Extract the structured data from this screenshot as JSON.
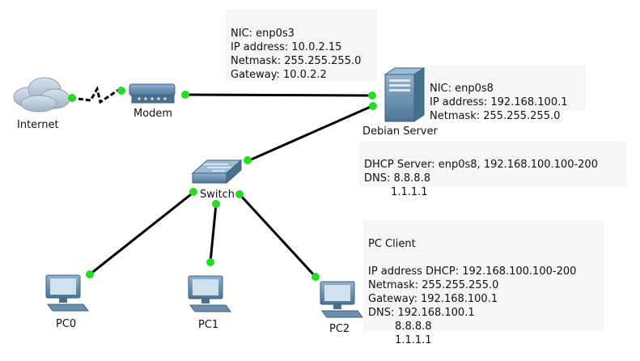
{
  "colors": {
    "link": "#000000",
    "port": "#22dd22",
    "cloud": "#b9c8d8",
    "device": "#5f86a8"
  },
  "devices": {
    "internet": "Internet",
    "modem": "Modem",
    "server": "Debian Server",
    "switch": "Switch",
    "pc0": "PC0",
    "pc1": "PC1",
    "pc2": "PC2"
  },
  "modem_nic": {
    "line1": "NIC: enp0s3",
    "line2": "IP address: 10.0.2.15",
    "line3": "Netmask: 255.255.255.0",
    "line4": "Gateway: 10.0.2.2"
  },
  "server_nic": {
    "line1": "NIC: enp0s8",
    "line2": "IP address: 192.168.100.1",
    "line3": "Netmask: 255.255.255.0"
  },
  "server_services": {
    "line1": "DHCP Server: enp0s8, 192.168.100.100-200",
    "line2": "DNS: 8.8.8.8",
    "line3": "        1.1.1.1"
  },
  "pc_client": {
    "title": "PC Client",
    "line1": "IP address DHCP: 192.168.100.100-200",
    "line2": "Netmask: 255.255.255.0",
    "line3": "Gateway: 192.168.100.1",
    "line4": "DNS: 192.168.100.1",
    "line5": "        8.8.8.8",
    "line6": "        1.1.1.1"
  }
}
